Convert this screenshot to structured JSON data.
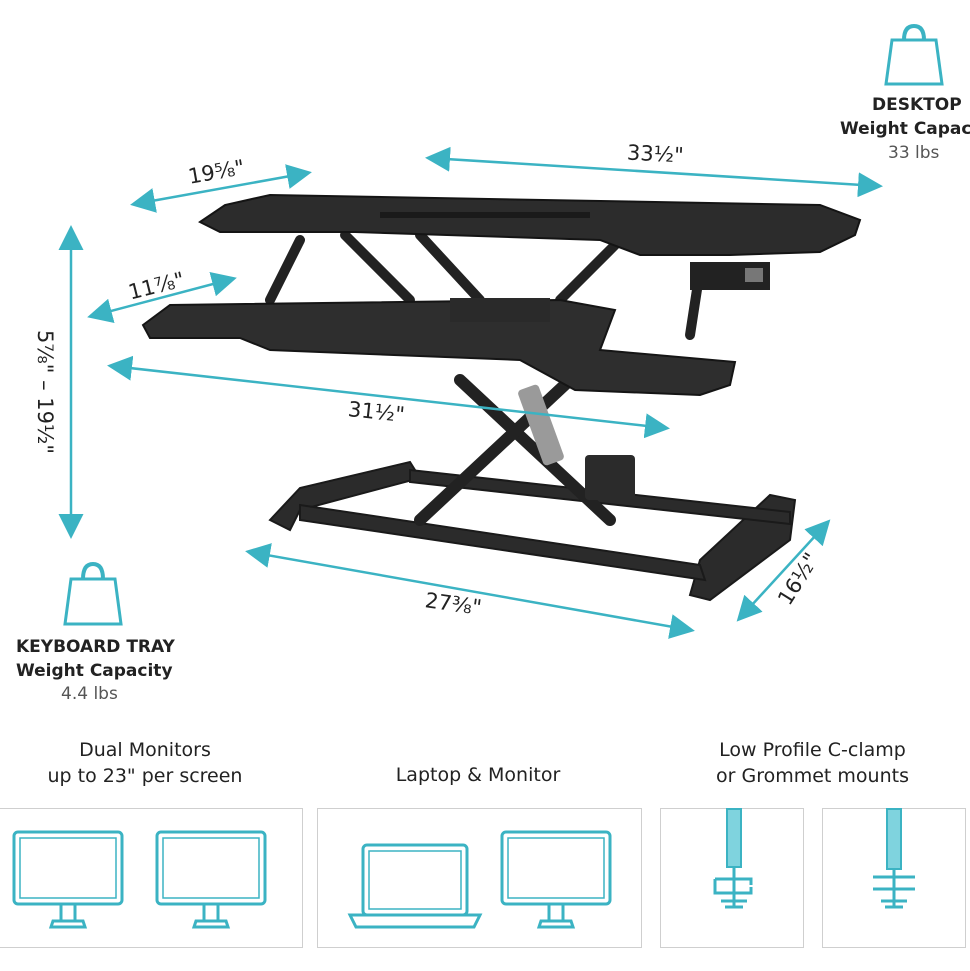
{
  "dimensions": {
    "desktop_width": "33½\"",
    "desktop_depth": "19⅝\"",
    "keyboard_depth": "11⅞\"",
    "keyboard_width": "31½\"",
    "height_range": "5⅞\" – 19½\"",
    "base_width": "27⅜\"",
    "base_depth": "16½\""
  },
  "desktop_capacity": {
    "title": "DESKTOP",
    "subtitle": "Weight Capac",
    "value": "33 lbs"
  },
  "keyboard_capacity": {
    "title": "KEYBOARD TRAY",
    "subtitle": "Weight Capacity",
    "value": "4.4 lbs"
  },
  "features": [
    {
      "line1": "Dual Monitors",
      "line2": "up to 23\" per screen"
    },
    {
      "line1": "Laptop & Monitor",
      "line2": ""
    },
    {
      "line1": "Low Profile C-clamp",
      "line2": "or Grommet mounts"
    }
  ],
  "colors": {
    "accent": "#3bb3c3",
    "desk": "#2a2a2a",
    "panel_border": "#cfcfcf"
  }
}
